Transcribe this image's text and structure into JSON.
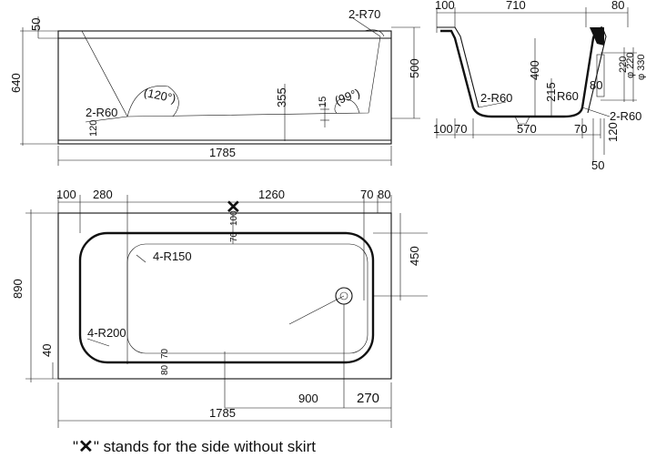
{
  "side_view": {
    "dims": {
      "top_edge": "50",
      "corner_radius": "2-R70",
      "total_height": "640",
      "right_height": "500",
      "inner_height": "355",
      "small_gap": "15",
      "base_offset": "120",
      "inner_radius": "2-R60",
      "length": "1785"
    },
    "angles": {
      "left": "(120°)",
      "right": "(99°)"
    }
  },
  "section_view": {
    "top_dims": {
      "left_rim": "100",
      "inner_width": "710",
      "right_rim": "80"
    },
    "bottom_dims": {
      "d1": "100",
      "d2": "70",
      "d3": "570",
      "d4": "70"
    },
    "right_dims": {
      "depth": "400",
      "drain_height": "215",
      "overflow_offset": "80",
      "overflow_pos": "220",
      "overflow_dia1": "φ 220",
      "overflow_dia2": "φ 330",
      "foot_height": "120",
      "foot_width": "50"
    },
    "radii": {
      "left": "2-R60",
      "right": "2-R60",
      "mid": "R60"
    }
  },
  "plan_view": {
    "top_dims": {
      "d1": "100",
      "d2": "280",
      "d3": "1260",
      "d4": "70",
      "d5": "80"
    },
    "vertical_dims": {
      "total_width": "890",
      "inner_width": "450",
      "bottom_offset": "40",
      "gap_small": "70",
      "gap_big": "100",
      "gap_bottom_a": "80",
      "gap_bottom_b": "70"
    },
    "radii": {
      "inner": "4-R150",
      "outer": "4-R200"
    },
    "bottom_dims": {
      "drain_offset": "900",
      "end_offset": "270",
      "length": "1785"
    },
    "skirt_marker": "✕"
  },
  "note": {
    "quote_open": "\"",
    "marker": "✕",
    "text": "\" stands for the side without skirt"
  },
  "colors": {
    "ink": "#111111",
    "background": "#ffffff"
  }
}
